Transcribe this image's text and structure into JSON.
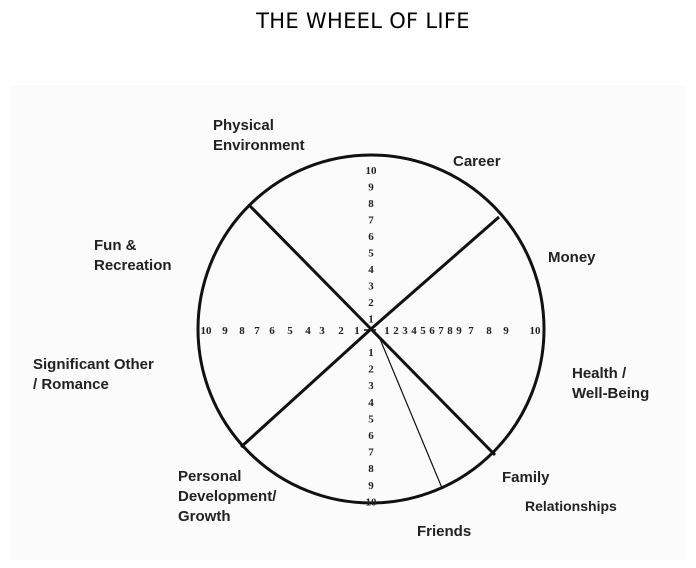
{
  "title": "THE WHEEL OF LIFE",
  "labels": {
    "physical": [
      "Physical",
      "Environment"
    ],
    "career": "Career",
    "money": "Money",
    "health": [
      "Health /",
      "Well-Being"
    ],
    "family": "Family",
    "relationships": "Relationships",
    "friends": "Friends",
    "personal": [
      "Personal",
      "Development/",
      "Growth"
    ],
    "significant": [
      "Significant Other",
      "/ Romance"
    ],
    "fun": [
      "Fun &",
      "Recreation"
    ]
  },
  "scale": {
    "up": [
      "10",
      "9",
      "8",
      "7",
      "6",
      "5",
      "4",
      "3",
      "2",
      "1"
    ],
    "down": [
      "1",
      "2",
      "3",
      "4",
      "5",
      "6",
      "7",
      "8",
      "9",
      "10"
    ],
    "left": [
      "10",
      "9",
      "8",
      "7",
      "6",
      "5",
      "4",
      "3",
      "2",
      "1"
    ],
    "right": [
      "1",
      "2",
      "3",
      "4",
      "5",
      "6",
      "7",
      "8",
      "9",
      "7",
      "8",
      "9",
      "10"
    ]
  },
  "colors": {
    "line": "#111111",
    "text": "#222222"
  }
}
